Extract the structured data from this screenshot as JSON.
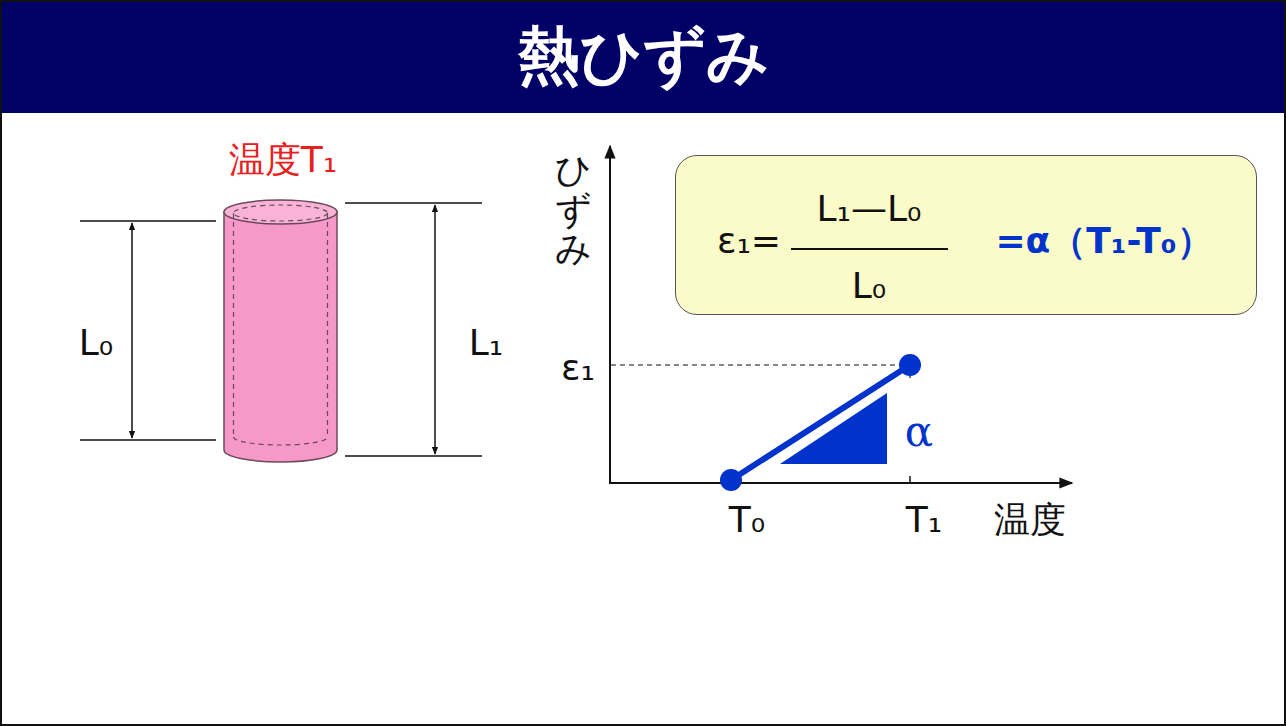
{
  "diagram": {
    "title": "熱ひずみ",
    "nodes": [
      {
        "text": [
          "ε₁=",
          "L₁—L₀",
          "L₀",
          "=α（T₁-T₀）"
        ]
      }
    ],
    "labels": [
      "温度T₁",
      "L₀",
      "L₁",
      "ひずみ",
      "ε₁",
      "α",
      "T₀",
      "T₁",
      "温度"
    ]
  }
}
